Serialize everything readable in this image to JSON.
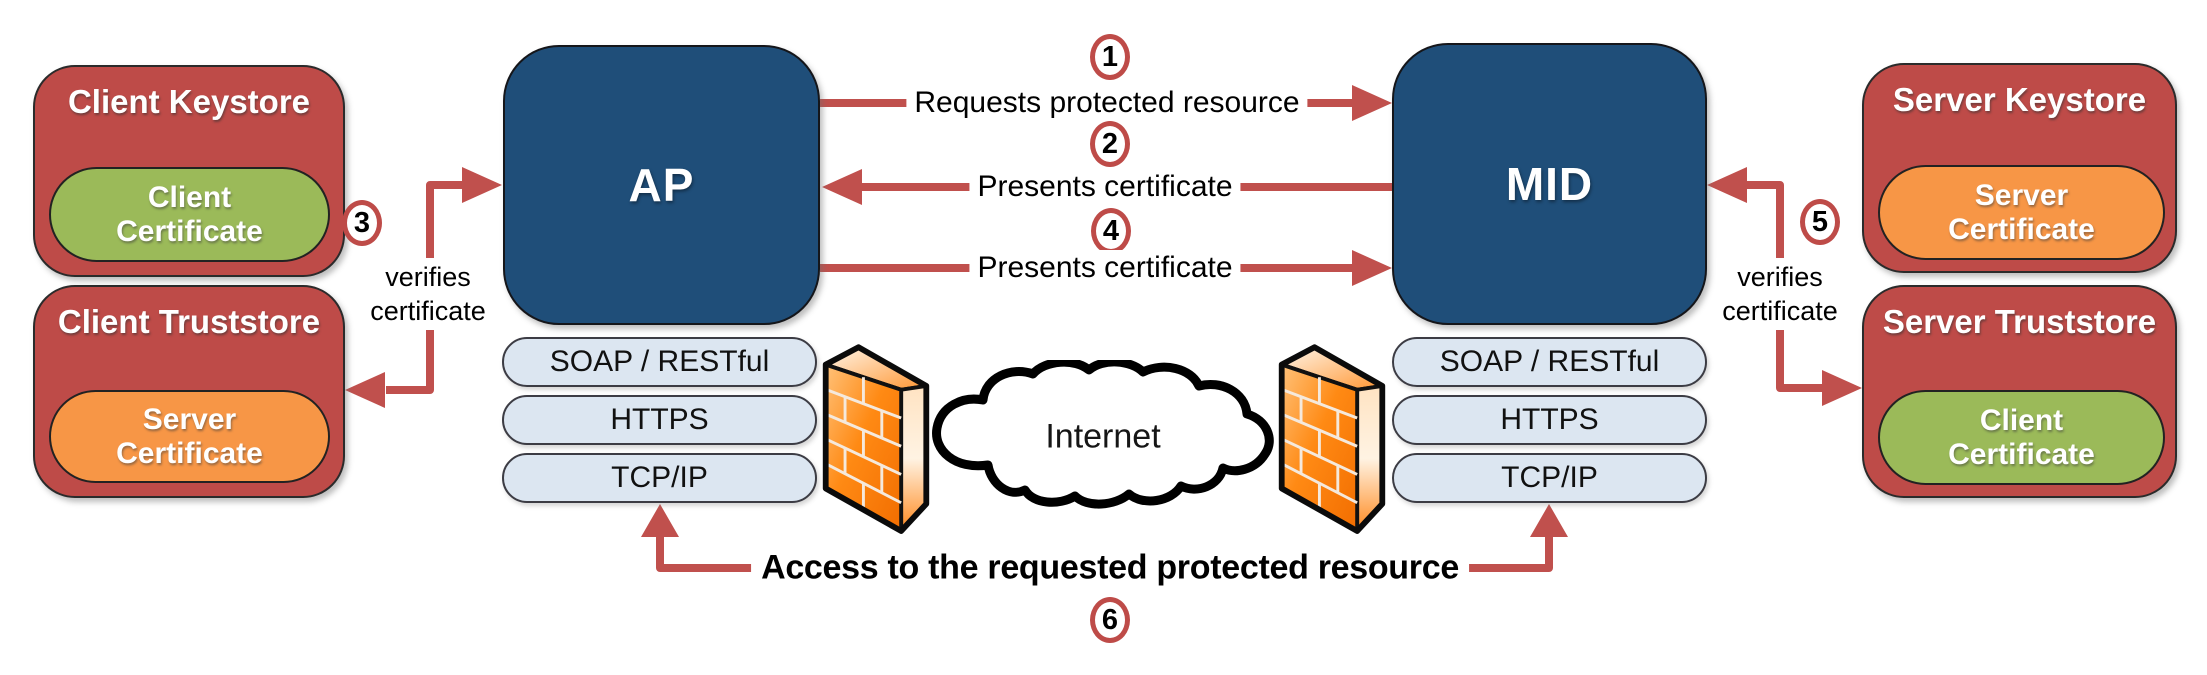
{
  "stores": {
    "client_keystore": {
      "title": "Client Keystore",
      "cert_line1": "Client",
      "cert_line2": "Certificate"
    },
    "client_truststore": {
      "title": "Client Truststore",
      "cert_line1": "Server",
      "cert_line2": "Certificate"
    },
    "server_keystore": {
      "title": "Server Keystore",
      "cert_line1": "Server",
      "cert_line2": "Certificate"
    },
    "server_truststore": {
      "title": "Server Truststore",
      "cert_line1": "Client",
      "cert_line2": "Certificate"
    }
  },
  "nodes": {
    "ap": "AP",
    "mid": "MID"
  },
  "protocol_stack": [
    "SOAP / RESTful",
    "HTTPS",
    "TCP/IP"
  ],
  "cloud": {
    "label": "Internet"
  },
  "steps": {
    "s1": {
      "num": "1",
      "label": "Requests protected resource",
      "direction": "AP to MID"
    },
    "s2": {
      "num": "2",
      "label": "Presents certificate",
      "direction": "MID to AP"
    },
    "s3": {
      "num": "3",
      "label_line1": "verifies",
      "label_line2": "certificate",
      "direction": "AP to Client Truststore"
    },
    "s4": {
      "num": "4",
      "label": "Presents certificate",
      "direction": "AP to MID"
    },
    "s5": {
      "num": "5",
      "label_line1": "verifies",
      "label_line2": "certificate",
      "direction": "MID to Server Truststore"
    },
    "s6": {
      "num": "6",
      "label": "Access to the requested protected resource",
      "direction": "up into TCP/IP layers"
    }
  },
  "colors": {
    "store_red": "#BE4B48",
    "cert_green": "#9BBA59",
    "cert_orange": "#F79646",
    "node_navy": "#1F4E79",
    "arrow_red": "#C0504D",
    "layer_fill": "#DCE6F1",
    "firewall_orange": "#FF7900"
  }
}
